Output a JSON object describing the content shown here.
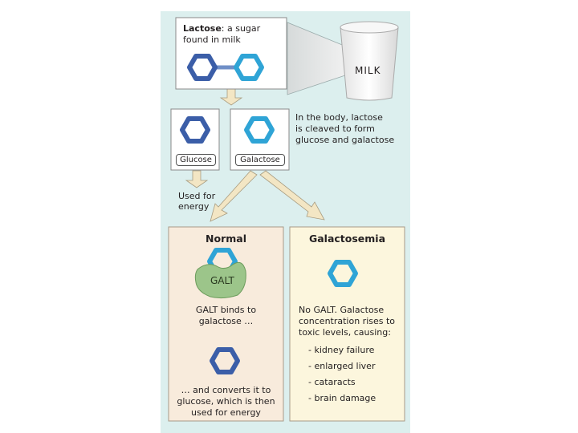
{
  "lactose": {
    "title": "Lactose",
    "desc_line1": ": a sugar",
    "desc_line2": "found in milk"
  },
  "milk_label": "MILK",
  "cleave_text": [
    "In the body, lactose",
    "is cleaved to form",
    "glucose and galactose"
  ],
  "glucose_label": "Glucose",
  "galactose_label": "Galactose",
  "energy_text": [
    "Used for",
    "energy"
  ],
  "normal": {
    "title": "Normal",
    "enzyme": "GALT",
    "binds_text": [
      "GALT binds to",
      "galactose …"
    ],
    "converts_text": [
      "… and converts it to",
      "glucose, which is then",
      "used for energy"
    ]
  },
  "galactosemia": {
    "title": "Galactosemia",
    "desc": [
      "No GALT. Galactose",
      "concentration rises to",
      "toxic levels, causing:"
    ],
    "effects": [
      "- kidney failure",
      "- enlarged liver",
      "- cataracts",
      "- brain damage"
    ]
  },
  "colors": {
    "panel": "#dcefee",
    "glucose_ring": "#3b5ea8",
    "galactose_ring": "#2fa4d6",
    "normal_box": "#f8ebdc",
    "galactosemia_box": "#fcf6dd",
    "enzyme": "#9cc58a",
    "arrow": "#f3e6c4"
  }
}
